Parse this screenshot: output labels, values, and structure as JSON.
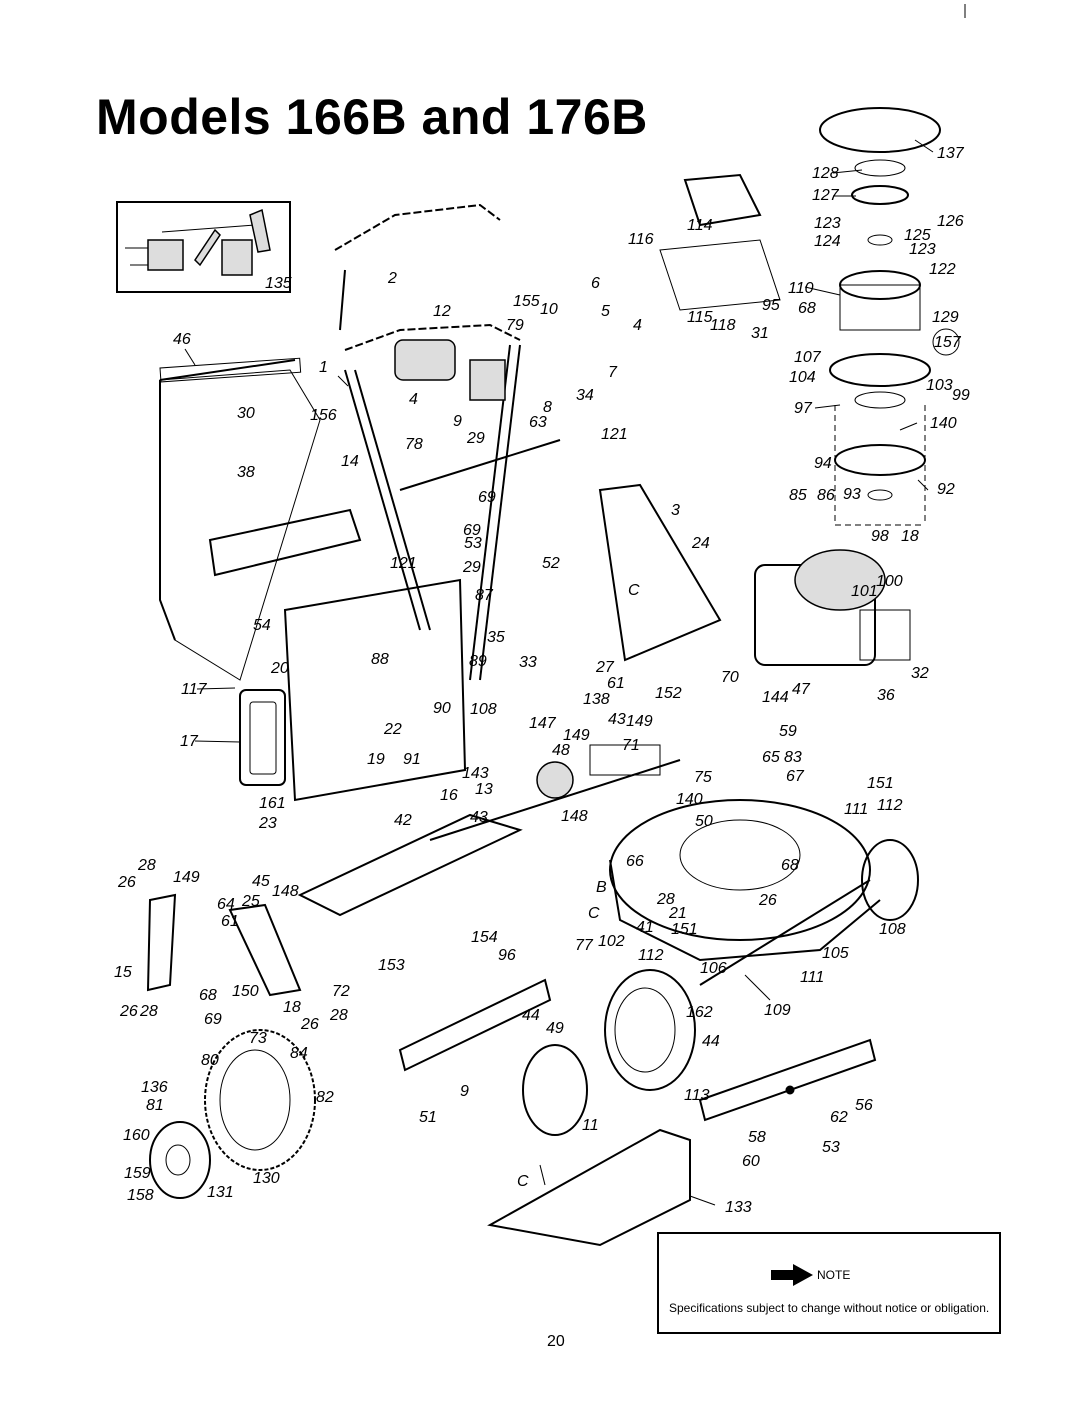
{
  "page": {
    "title": "Models 166B and 176B",
    "page_number": "20"
  },
  "note": {
    "label": "NOTE",
    "text": "Specifications subject to change without notice or obligation."
  },
  "diagram": {
    "inset_label": "135",
    "callouts": [
      {
        "id": "c137",
        "text": "137"
      },
      {
        "id": "c128",
        "text": "128"
      },
      {
        "id": "c127",
        "text": "127"
      },
      {
        "id": "c123a",
        "text": "123"
      },
      {
        "id": "c126",
        "text": "126"
      },
      {
        "id": "c125",
        "text": "125"
      },
      {
        "id": "c124",
        "text": "124"
      },
      {
        "id": "c123b",
        "text": "123"
      },
      {
        "id": "c122",
        "text": "122"
      },
      {
        "id": "c110",
        "text": "110"
      },
      {
        "id": "c68a",
        "text": "68"
      },
      {
        "id": "c129",
        "text": "129"
      },
      {
        "id": "c157",
        "text": "157"
      },
      {
        "id": "c107",
        "text": "107"
      },
      {
        "id": "c104",
        "text": "104"
      },
      {
        "id": "c103",
        "text": "103"
      },
      {
        "id": "c99",
        "text": "99"
      },
      {
        "id": "c97",
        "text": "97"
      },
      {
        "id": "c140a",
        "text": "140"
      },
      {
        "id": "c94",
        "text": "94"
      },
      {
        "id": "c85",
        "text": "85"
      },
      {
        "id": "c86",
        "text": "86"
      },
      {
        "id": "c93",
        "text": "93"
      },
      {
        "id": "c92",
        "text": "92"
      },
      {
        "id": "c98",
        "text": "98"
      },
      {
        "id": "c18",
        "text": "18"
      },
      {
        "id": "c101",
        "text": "101"
      },
      {
        "id": "c100",
        "text": "100"
      },
      {
        "id": "c32",
        "text": "32"
      },
      {
        "id": "c36",
        "text": "36"
      },
      {
        "id": "c114",
        "text": "114"
      },
      {
        "id": "c116",
        "text": "116"
      },
      {
        "id": "c115",
        "text": "115"
      },
      {
        "id": "c118",
        "text": "118"
      },
      {
        "id": "c31",
        "text": "31"
      },
      {
        "id": "c95",
        "text": "95"
      },
      {
        "id": "c6",
        "text": "6"
      },
      {
        "id": "c5",
        "text": "5"
      },
      {
        "id": "c4a",
        "text": "4"
      },
      {
        "id": "c7",
        "text": "7"
      },
      {
        "id": "c34",
        "text": "34"
      },
      {
        "id": "c8",
        "text": "8"
      },
      {
        "id": "c2",
        "text": "2"
      },
      {
        "id": "c12",
        "text": "12"
      },
      {
        "id": "c155",
        "text": "155"
      },
      {
        "id": "c10",
        "text": "10"
      },
      {
        "id": "c79",
        "text": "79"
      },
      {
        "id": "c1",
        "text": "1"
      },
      {
        "id": "c4b",
        "text": "4"
      },
      {
        "id": "c9",
        "text": "9"
      },
      {
        "id": "c29a",
        "text": "29"
      },
      {
        "id": "c63",
        "text": "63"
      },
      {
        "id": "c121a",
        "text": "121"
      },
      {
        "id": "c46",
        "text": "46"
      },
      {
        "id": "c30",
        "text": "30"
      },
      {
        "id": "c156",
        "text": "156"
      },
      {
        "id": "c14",
        "text": "14"
      },
      {
        "id": "c78",
        "text": "78"
      },
      {
        "id": "c38",
        "text": "38"
      },
      {
        "id": "c69a",
        "text": "69"
      },
      {
        "id": "c69b",
        "text": "69"
      },
      {
        "id": "c53a",
        "text": "53"
      },
      {
        "id": "c121b",
        "text": "121"
      },
      {
        "id": "c29b",
        "text": "29"
      },
      {
        "id": "c87",
        "text": "87"
      },
      {
        "id": "c3",
        "text": "3"
      },
      {
        "id": "c24",
        "text": "24"
      },
      {
        "id": "c52",
        "text": "52"
      },
      {
        "id": "cC1",
        "text": "C"
      },
      {
        "id": "c54",
        "text": "54"
      },
      {
        "id": "c35",
        "text": "35"
      },
      {
        "id": "c88",
        "text": "88"
      },
      {
        "id": "c89",
        "text": "89"
      },
      {
        "id": "c33",
        "text": "33"
      },
      {
        "id": "c20",
        "text": "20"
      },
      {
        "id": "c27",
        "text": "27"
      },
      {
        "id": "c70",
        "text": "70"
      },
      {
        "id": "c61a",
        "text": "61"
      },
      {
        "id": "c152",
        "text": "152"
      },
      {
        "id": "c138",
        "text": "138"
      },
      {
        "id": "c144",
        "text": "144"
      },
      {
        "id": "c47",
        "text": "47"
      },
      {
        "id": "c117",
        "text": "117"
      },
      {
        "id": "c90",
        "text": "90"
      },
      {
        "id": "c108a",
        "text": "108"
      },
      {
        "id": "c147",
        "text": "147"
      },
      {
        "id": "c43a",
        "text": "43"
      },
      {
        "id": "c149a",
        "text": "149"
      },
      {
        "id": "c149b",
        "text": "149"
      },
      {
        "id": "c59",
        "text": "59"
      },
      {
        "id": "c22",
        "text": "22"
      },
      {
        "id": "c48",
        "text": "48"
      },
      {
        "id": "c71",
        "text": "71"
      },
      {
        "id": "c65",
        "text": "65"
      },
      {
        "id": "c83",
        "text": "83"
      },
      {
        "id": "c17",
        "text": "17"
      },
      {
        "id": "c19",
        "text": "19"
      },
      {
        "id": "c91",
        "text": "91"
      },
      {
        "id": "c143",
        "text": "143"
      },
      {
        "id": "c75",
        "text": "75"
      },
      {
        "id": "c67",
        "text": "67"
      },
      {
        "id": "c151a",
        "text": "151"
      },
      {
        "id": "c13",
        "text": "13"
      },
      {
        "id": "c140b",
        "text": "140"
      },
      {
        "id": "c111a",
        "text": "111"
      },
      {
        "id": "c112a",
        "text": "112"
      },
      {
        "id": "c161",
        "text": "161"
      },
      {
        "id": "c16",
        "text": "16"
      },
      {
        "id": "c23",
        "text": "23"
      },
      {
        "id": "c42",
        "text": "42"
      },
      {
        "id": "c43b",
        "text": "43"
      },
      {
        "id": "c148a",
        "text": "148"
      },
      {
        "id": "c50",
        "text": "50"
      },
      {
        "id": "c28a",
        "text": "28"
      },
      {
        "id": "c26a",
        "text": "26"
      },
      {
        "id": "c149c",
        "text": "149"
      },
      {
        "id": "c45",
        "text": "45"
      },
      {
        "id": "c148b",
        "text": "148"
      },
      {
        "id": "c64",
        "text": "64"
      },
      {
        "id": "c25",
        "text": "25"
      },
      {
        "id": "c66",
        "text": "66"
      },
      {
        "id": "c68b",
        "text": "68"
      },
      {
        "id": "cB",
        "text": "B"
      },
      {
        "id": "c28b",
        "text": "28"
      },
      {
        "id": "c26b",
        "text": "26"
      },
      {
        "id": "c61b",
        "text": "61"
      },
      {
        "id": "cC2",
        "text": "C"
      },
      {
        "id": "c41",
        "text": "41"
      },
      {
        "id": "c21",
        "text": "21"
      },
      {
        "id": "c151b",
        "text": "151"
      },
      {
        "id": "c108b",
        "text": "108"
      },
      {
        "id": "c154",
        "text": "154"
      },
      {
        "id": "c77",
        "text": "77"
      },
      {
        "id": "c102",
        "text": "102"
      },
      {
        "id": "c112b",
        "text": "112"
      },
      {
        "id": "c105",
        "text": "105"
      },
      {
        "id": "c15",
        "text": "15"
      },
      {
        "id": "c153",
        "text": "153"
      },
      {
        "id": "c96",
        "text": "96"
      },
      {
        "id": "c106",
        "text": "106"
      },
      {
        "id": "c111b",
        "text": "111"
      },
      {
        "id": "c68c",
        "text": "68"
      },
      {
        "id": "c150",
        "text": "150"
      },
      {
        "id": "c72",
        "text": "72"
      },
      {
        "id": "c26c",
        "text": "26"
      },
      {
        "id": "c28c",
        "text": "28"
      },
      {
        "id": "c18b",
        "text": "18"
      },
      {
        "id": "c69c",
        "text": "69"
      },
      {
        "id": "c26d",
        "text": "26"
      },
      {
        "id": "c28d",
        "text": "28"
      },
      {
        "id": "c73",
        "text": "73"
      },
      {
        "id": "c44a",
        "text": "44"
      },
      {
        "id": "c162",
        "text": "162"
      },
      {
        "id": "c109",
        "text": "109"
      },
      {
        "id": "c49",
        "text": "49"
      },
      {
        "id": "c44b",
        "text": "44"
      },
      {
        "id": "c84",
        "text": "84"
      },
      {
        "id": "c80",
        "text": "80"
      },
      {
        "id": "c136",
        "text": "136"
      },
      {
        "id": "c81",
        "text": "81"
      },
      {
        "id": "c82",
        "text": "82"
      },
      {
        "id": "c160",
        "text": "160"
      },
      {
        "id": "c130",
        "text": "130"
      },
      {
        "id": "c159",
        "text": "159"
      },
      {
        "id": "c158",
        "text": "158"
      },
      {
        "id": "c131",
        "text": "131"
      },
      {
        "id": "c51",
        "text": "51"
      },
      {
        "id": "c39",
        "text": "9"
      },
      {
        "id": "c11",
        "text": "11"
      },
      {
        "id": "c113",
        "text": "113"
      },
      {
        "id": "c56",
        "text": "56"
      },
      {
        "id": "c62",
        "text": "62"
      },
      {
        "id": "c58",
        "text": "58"
      },
      {
        "id": "c53b",
        "text": "53"
      },
      {
        "id": "c60",
        "text": "60"
      },
      {
        "id": "cC3",
        "text": "C"
      },
      {
        "id": "c133",
        "text": "133"
      }
    ]
  }
}
